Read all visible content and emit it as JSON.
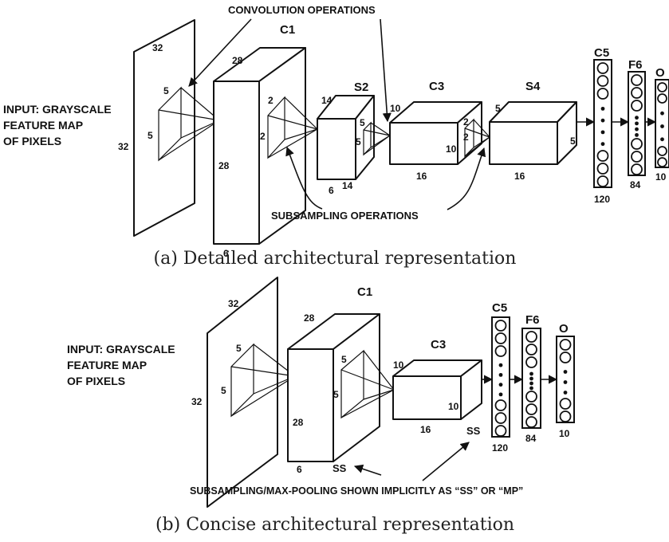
{
  "panel_a": {
    "caption": "(a) Detailed architectural representation",
    "input_label": [
      "INPUT: GRAYSCALE",
      "FEATURE MAP",
      "OF PIXELS"
    ],
    "conv_label": "CONVOLUTION OPERATIONS",
    "subsampling_label": "SUBSAMPLING OPERATIONS",
    "input_dims": {
      "top": "32",
      "side": "32"
    },
    "kernel1": {
      "w": "5",
      "h": "5"
    },
    "c1": {
      "name": "C1",
      "depth": "28",
      "height": "28",
      "width": "6"
    },
    "kernel2": {
      "w": "2",
      "h": "2"
    },
    "s2": {
      "name": "S2",
      "depth": "14",
      "height": "14",
      "width": "6"
    },
    "kernel3": {
      "w": "5",
      "h": "5"
    },
    "c3": {
      "name": "C3",
      "depth": "10",
      "height": "10",
      "width": "16"
    },
    "kernel4": {
      "w": "2",
      "h": "2"
    },
    "s4": {
      "name": "S4",
      "depth": "5",
      "height": "5",
      "width": "16"
    },
    "c5": {
      "name": "C5",
      "count": "120"
    },
    "f6": {
      "name": "F6",
      "count": "84"
    },
    "o": {
      "name": "O",
      "count": "10"
    }
  },
  "panel_b": {
    "caption": "(b) Concise architectural representation",
    "input_label": [
      "INPUT: GRAYSCALE",
      " FEATURE MAP",
      "OF PIXELS"
    ],
    "note": "SUBSAMPLING/MAX-POOLING SHOWN IMPLICITLY AS “SS” OR “MP”",
    "input_dims": {
      "top": "32",
      "side": "32"
    },
    "kernel1": {
      "w": "5",
      "h": "5"
    },
    "c1": {
      "name": "C1",
      "depth": "28",
      "height": "28",
      "width": "6",
      "ss": "SS"
    },
    "kernel2": {
      "w": "5",
      "h": "5"
    },
    "c3": {
      "name": "C3",
      "depth": "10",
      "height": "10",
      "width": "16",
      "ss": "SS"
    },
    "c5": {
      "name": "C5",
      "count": "120"
    },
    "f6": {
      "name": "F6",
      "count": "84"
    },
    "o": {
      "name": "O",
      "count": "10"
    }
  }
}
